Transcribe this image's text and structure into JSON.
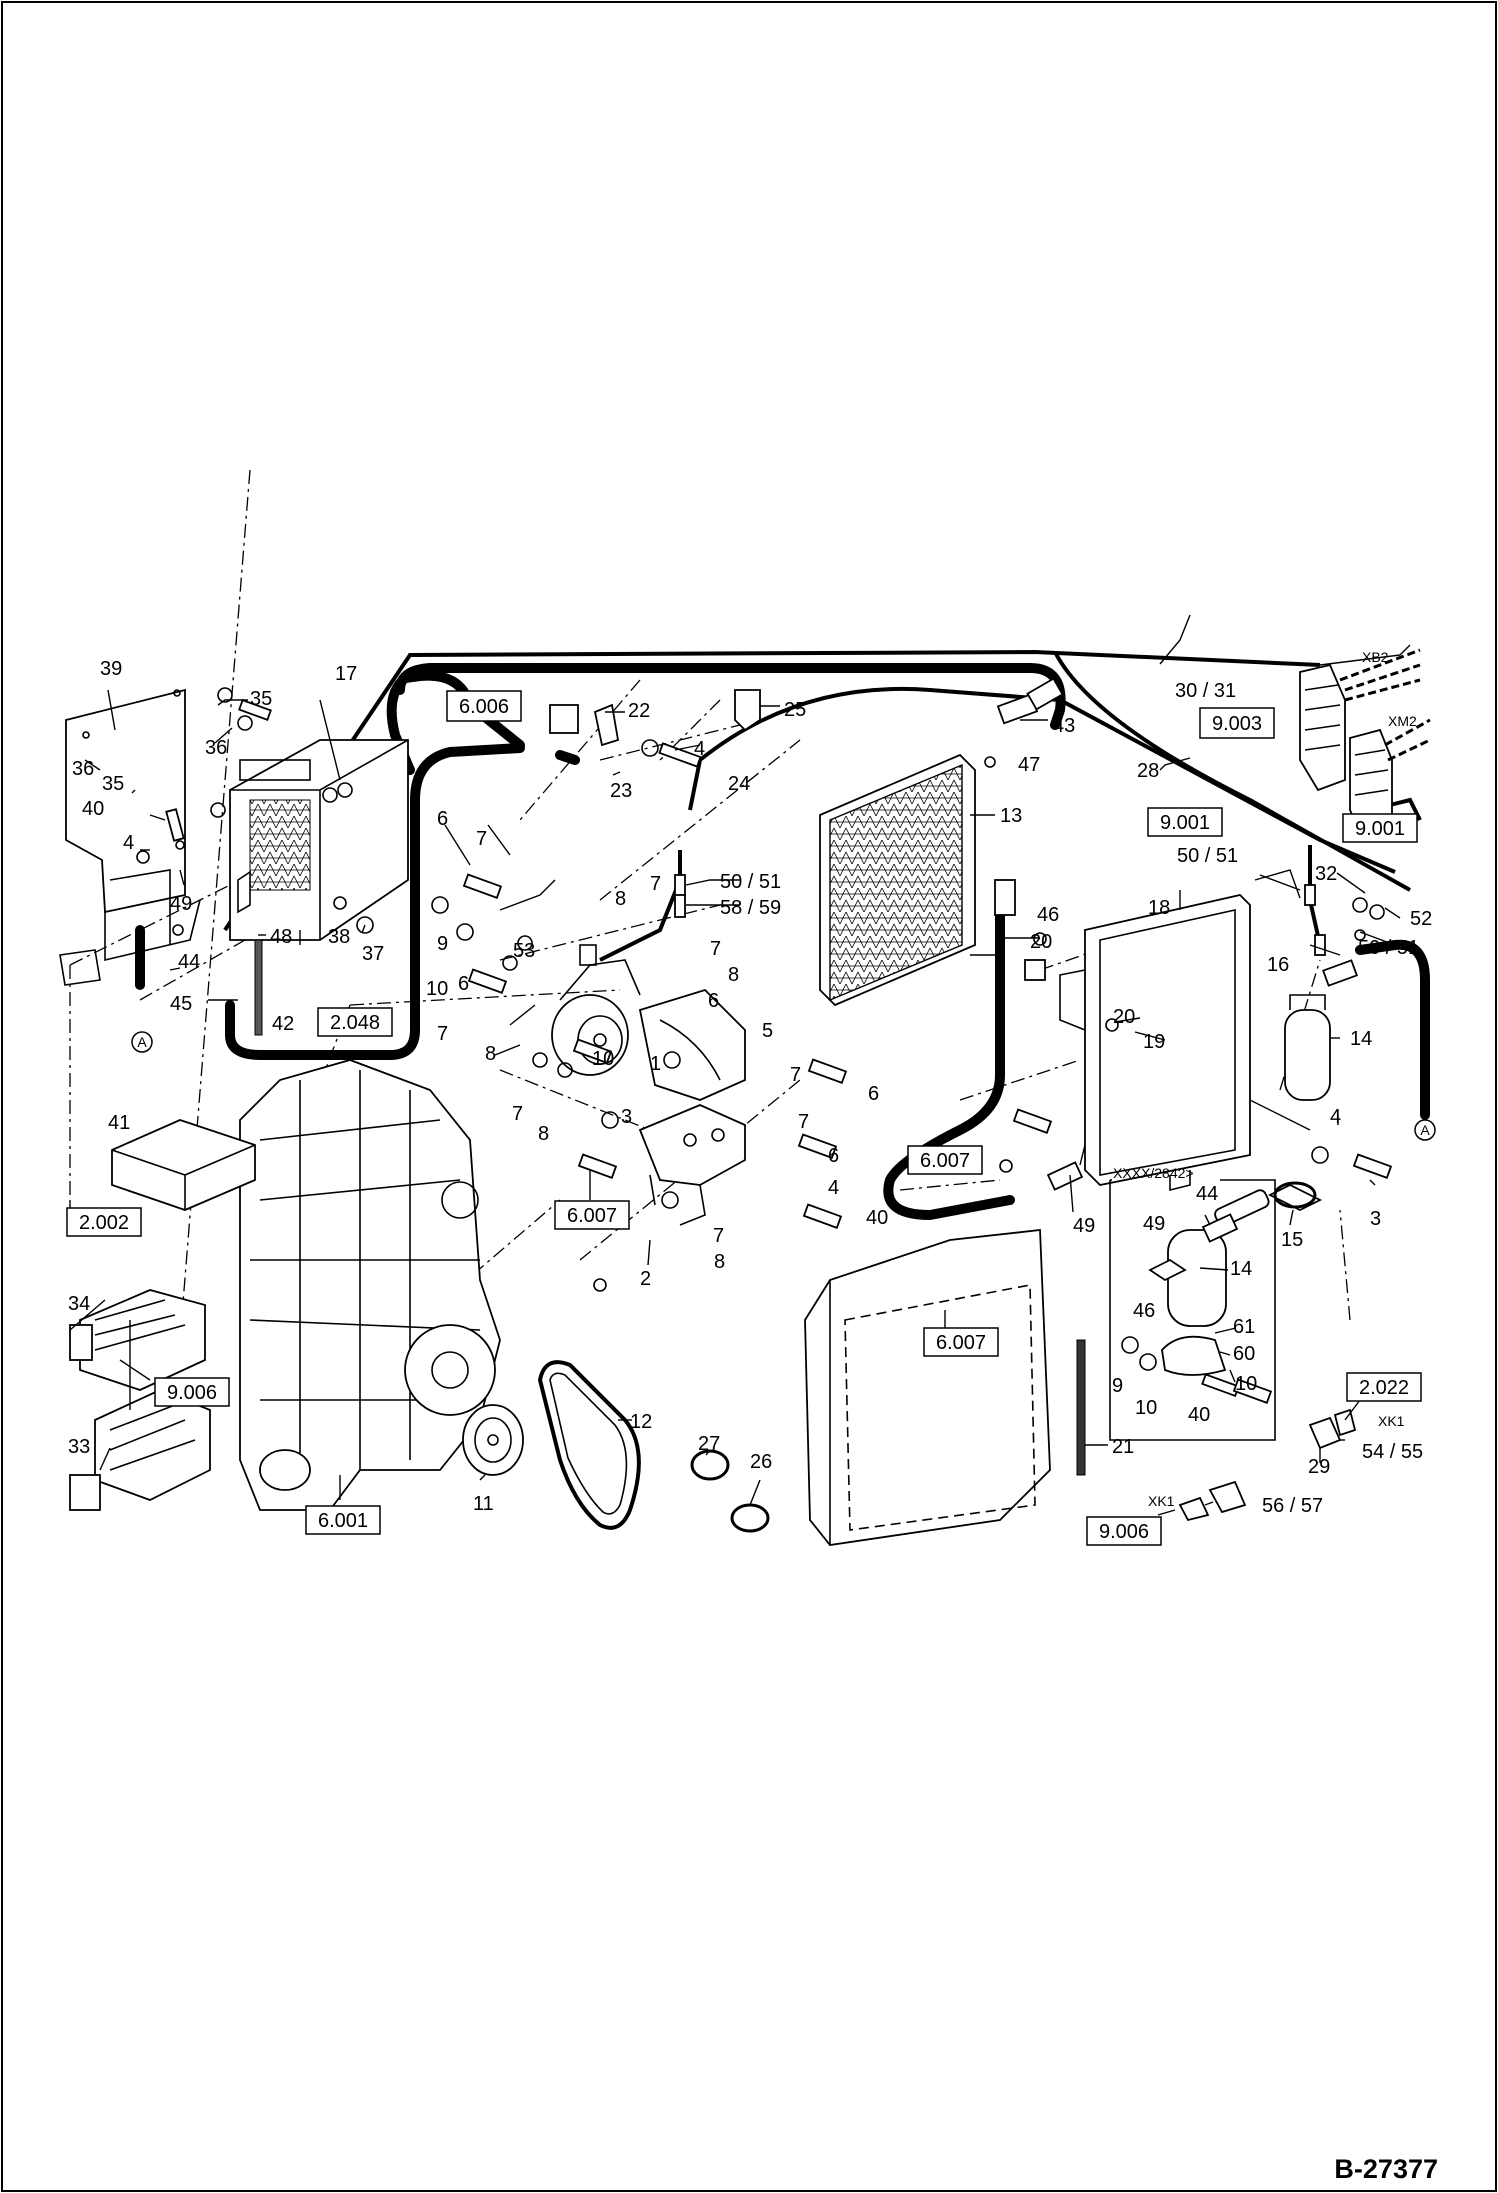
{
  "document_number": "B-27377",
  "reference_boxes": [
    "6.006",
    "9.003",
    "9.001",
    "9.001",
    "2.048",
    "2.002",
    "6.007",
    "6.007",
    "6.007",
    "9.006",
    "6.001",
    "2.022",
    "9.006"
  ],
  "connector_tags": [
    "XB2",
    "XM2",
    "XK1",
    "XK1"
  ],
  "detail_tag": "XXXX/2842>",
  "junction_marks": [
    "A",
    "A"
  ],
  "callouts": [
    "39",
    "17",
    "35",
    "36",
    "36",
    "35",
    "40",
    "4",
    "49",
    "44",
    "45",
    "48",
    "42",
    "38",
    "37",
    "22",
    "25",
    "23",
    "4",
    "24",
    "43",
    "47",
    "30 / 31",
    "28",
    "13",
    "6",
    "7",
    "8",
    "7",
    "9",
    "10",
    "7",
    "53",
    "6",
    "8",
    "7",
    "8",
    "10",
    "3",
    "1",
    "6",
    "7",
    "8",
    "50 / 51",
    "58 / 59",
    "46",
    "20",
    "18",
    "20",
    "19",
    "5",
    "7",
    "6",
    "7",
    "6",
    "4",
    "40",
    "7",
    "8",
    "2",
    "41",
    "50 / 51",
    "32",
    "52",
    "16",
    "50 / 51",
    "14",
    "4",
    "3",
    "15",
    "49",
    "44",
    "49",
    "14",
    "46",
    "61",
    "9",
    "60",
    "10",
    "10",
    "40",
    "34",
    "33",
    "12",
    "11",
    "27",
    "26",
    "21",
    "29",
    "54 / 55",
    "56 / 57"
  ]
}
